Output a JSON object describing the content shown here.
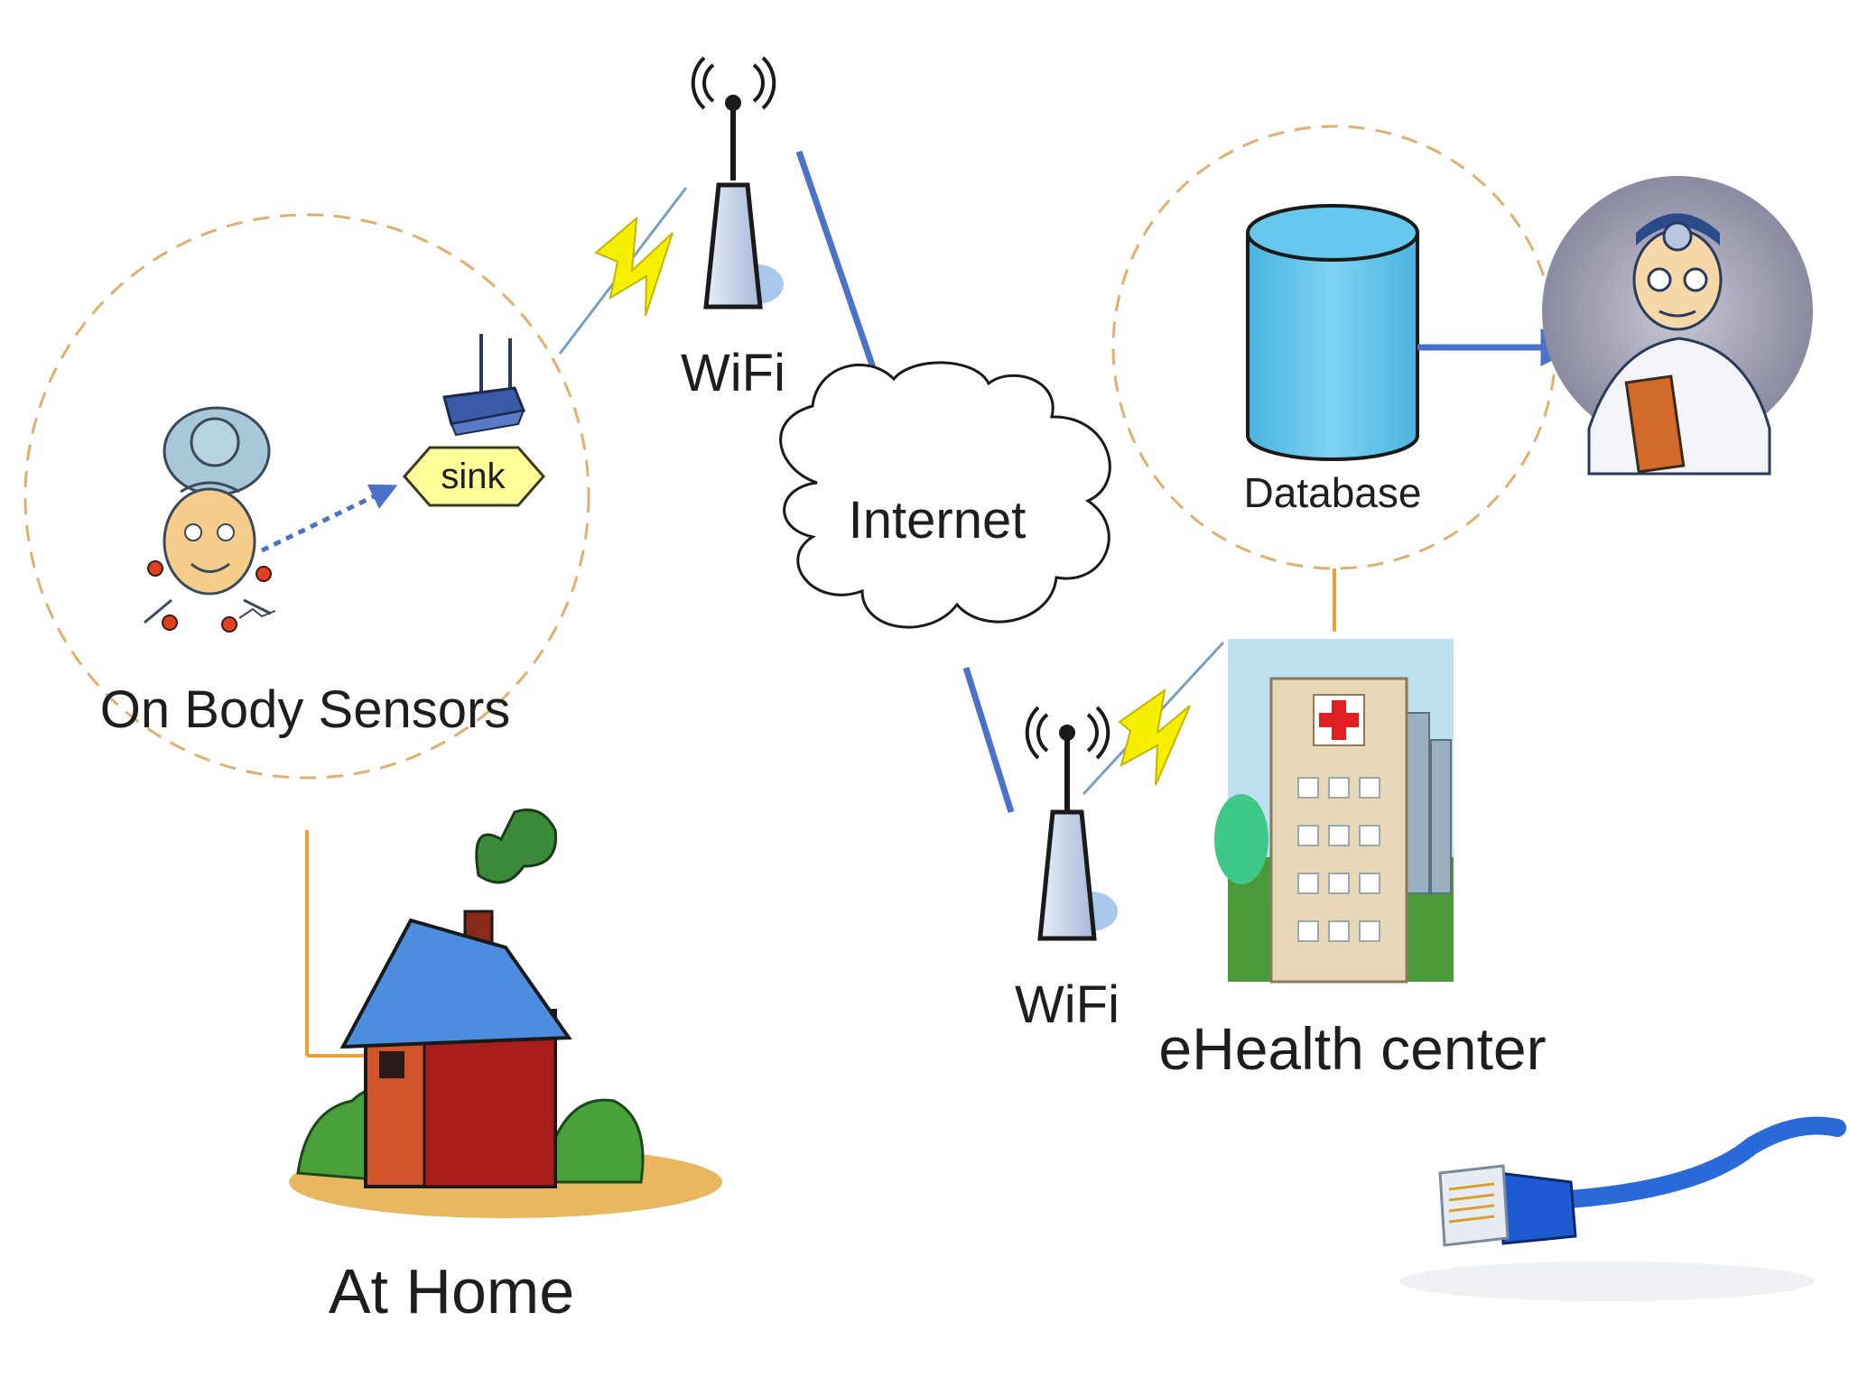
{
  "labels": {
    "on_body_sensors": "On Body Sensors",
    "sink": "sink",
    "wifi_top": "WiFi",
    "internet": "Internet",
    "database": "Database",
    "wifi_bottom": "WiFi",
    "ehealth_center": "eHealth center",
    "at_home": "At Home"
  },
  "icons": {
    "patient": "elderly-woman-icon",
    "router": "router-icon",
    "access_point": "wifi-access-point-icon",
    "cloud": "cloud-icon",
    "database": "database-cylinder-icon",
    "doctor": "doctor-icon",
    "hospital": "hospital-building-icon",
    "house": "house-icon",
    "cable": "ethernet-cable-icon",
    "lightning": "wireless-link-icon"
  },
  "colors": {
    "dashed_circle": "#e0b070",
    "orange_link": "#f0a030",
    "blue_link": "#4a72c8",
    "database_fill": "#5fc3e8",
    "sink_fill": "#ffff99",
    "lightning": "#f4f000",
    "hospital_cross": "#e02020",
    "house_wall": "#d2542a",
    "roof": "#4d8de0",
    "cable": "#2a6ad8"
  }
}
